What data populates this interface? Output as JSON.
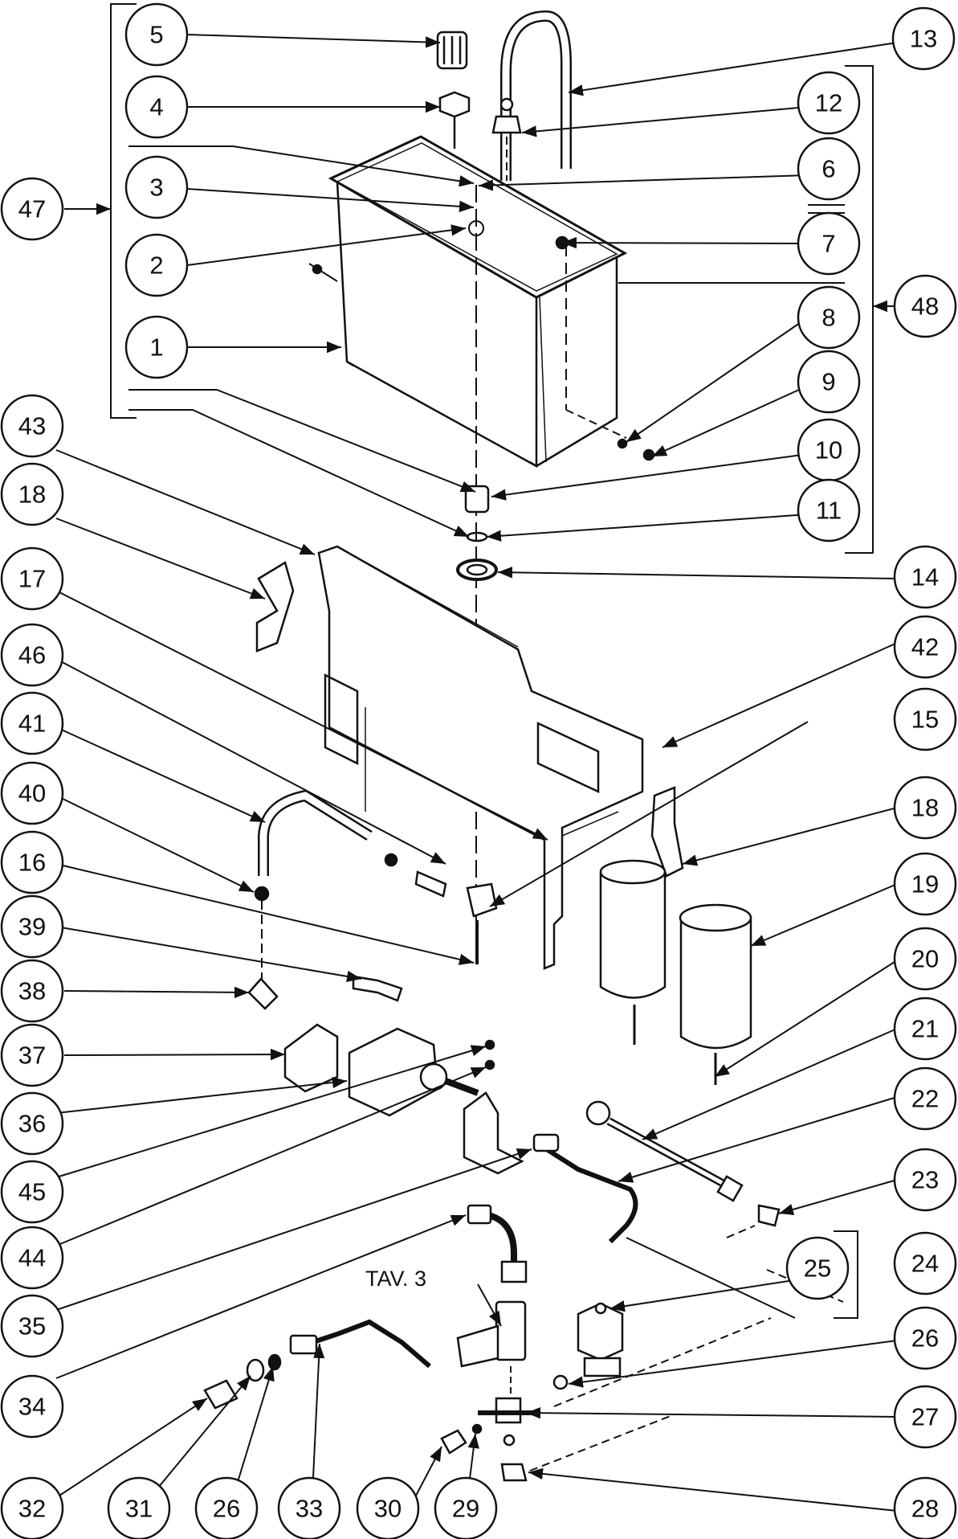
{
  "diagram": {
    "reference_label": "TAV. 3",
    "callouts": {
      "c1": "1",
      "c2": "2",
      "c3": "3",
      "c4": "4",
      "c5": "5",
      "c6": "6",
      "c7": "7",
      "c8": "8",
      "c9": "9",
      "c10": "10",
      "c11": "11",
      "c12": "12",
      "c13": "13",
      "c14": "14",
      "c15": "15",
      "c16": "16",
      "c17": "17",
      "c18a": "18",
      "c18b": "18",
      "c19": "19",
      "c20": "20",
      "c21": "21",
      "c22": "22",
      "c23": "23",
      "c24": "24",
      "c25": "25",
      "c26a": "26",
      "c26b": "26",
      "c27": "27",
      "c28": "28",
      "c29": "29",
      "c30": "30",
      "c31": "31",
      "c32": "32",
      "c33": "33",
      "c34": "34",
      "c35": "35",
      "c36": "36",
      "c37": "37",
      "c38": "38",
      "c39": "39",
      "c40": "40",
      "c41": "41",
      "c42": "42",
      "c43": "43",
      "c44": "44",
      "c45": "45",
      "c46": "46",
      "c47": "47",
      "c48": "48"
    }
  }
}
